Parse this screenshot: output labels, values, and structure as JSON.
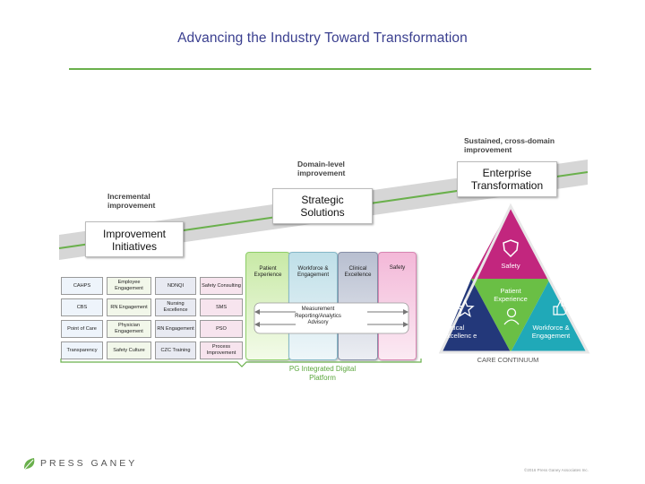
{
  "title": "Advancing the Industry Toward Transformation",
  "staircase": {
    "level1_label": "Incremental improvement",
    "level1_box": "Improvement Initiatives",
    "level2_label": "Domain-level improvement",
    "level2_box": "Strategic Solutions",
    "level3_label": "Sustained, cross-domain improvement",
    "level3_box": "Enterprise Transformation"
  },
  "grid": {
    "rows": [
      [
        "CAHPS",
        "Employee Engagement",
        "NDNQI",
        "Safety Consulting"
      ],
      [
        "CBS",
        "RN Engagement",
        "Nursing Excellence",
        "SMS"
      ],
      [
        "Point of Care",
        "Physician Engagement",
        "RN Engagement",
        "PSO"
      ],
      [
        "Transparency",
        "Safety Culture",
        "CZC Training",
        "Process Improvement"
      ]
    ]
  },
  "columns": {
    "patient_experience": "Patient Experience",
    "workforce": "Workforce & Engagement",
    "clinical": "Clinical Excellence",
    "safety": "Safety",
    "measurement": "Measurement Reporting/Analytics Advisory"
  },
  "platform_label": "PG Integrated Digital Platform",
  "triangle": {
    "safety": "Safety",
    "patient_experience": "Patient Experience",
    "clinical": "Clinical Excellenc e",
    "workforce": "Workforce & Engagement",
    "continuum": "CARE CONTINUUM"
  },
  "footer": {
    "logo": "PRESS GANEY",
    "copyright": "©2016 Press Ganey Associates Inc."
  },
  "colors": {
    "title": "#3a3f8f",
    "accent_green": "#6ab04c",
    "safety": "#c2267e",
    "patient_experience": "#6abf45",
    "clinical": "#23387a",
    "workforce": "#20a9b8"
  }
}
